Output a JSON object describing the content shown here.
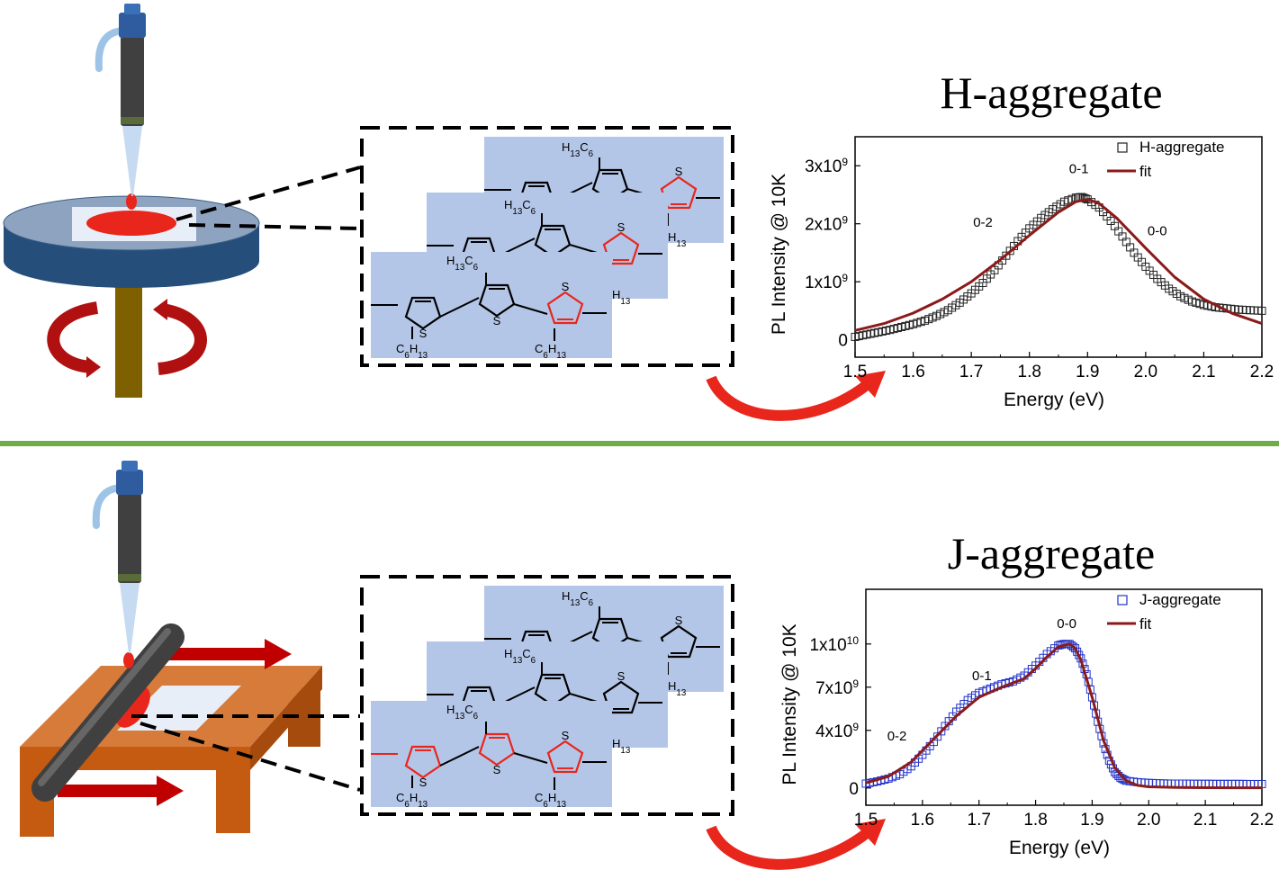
{
  "divider_color": "#70ad47",
  "colors": {
    "red": "#e8261c",
    "dark_red": "#b01010",
    "panel_blue": "#b4c6e7",
    "disk_top": "#8ea3c0",
    "disk_side": "#254f7a",
    "shaft": "#7f6000",
    "table": "#c55a11",
    "table_top": "#d77b3b",
    "pen_body": "#404040",
    "pen_cap": "#2e5c9e",
    "pen_tube": "#9dc3e6"
  },
  "panels": [
    {
      "id": "top",
      "process": "spin-coating",
      "title": "H-aggregate",
      "molecule": {
        "label_top": "H13C6",
        "label_mid": "H13C6",
        "label_mid2": "H13C6",
        "label_bottom_left": "C6H13",
        "label_bottom_right": "C6H13",
        "label_right_1": "H13",
        "label_right_2": "H13",
        "sulfur": "S"
      }
    },
    {
      "id": "bottom",
      "process": "blade-coating",
      "title": "J-aggregate",
      "molecule": {
        "label_top": "H13C6",
        "label_mid": "H13C6",
        "label_mid2": "H13C6",
        "label_bottom_left": "C6H13",
        "label_bottom_right": "C6H13",
        "label_right_1": "H13",
        "label_right_2": "H13",
        "sulfur": "S"
      }
    }
  ],
  "chart_data": [
    {
      "type": "scatter",
      "title": "H-aggregate",
      "xlabel": "Energy (eV)",
      "ylabel": "PL Intensity @ 10K",
      "xlim": [
        1.5,
        2.2
      ],
      "ylim": [
        -300000000,
        3500000000
      ],
      "xticks": [
        "1.5",
        "1.6",
        "1.7",
        "1.8",
        "1.9",
        "2.0",
        "2.1",
        "2.2"
      ],
      "yticks": [
        {
          "value": 0,
          "base": "0",
          "exp": ""
        },
        {
          "value": 1000000000,
          "base": "1x10",
          "exp": "9"
        },
        {
          "value": 2000000000,
          "base": "2x10",
          "exp": "9"
        },
        {
          "value": 3000000000,
          "base": "3x10",
          "exp": "9"
        }
      ],
      "legend": {
        "placement": "top-right",
        "data_label": "H-aggregate",
        "fit_label": "fit"
      },
      "annotations": [
        {
          "text": "0-2",
          "x": 1.72,
          "y": 1950000000
        },
        {
          "text": "0-1",
          "x": 1.885,
          "y": 2870000000
        },
        {
          "text": "0-0",
          "x": 2.02,
          "y": 1800000000
        }
      ],
      "marker_color": "#222222",
      "fit_color": "#8b1a1a",
      "data": {
        "x": [
          1.5,
          1.52,
          1.54,
          1.56,
          1.58,
          1.6,
          1.62,
          1.64,
          1.66,
          1.68,
          1.7,
          1.72,
          1.74,
          1.76,
          1.78,
          1.8,
          1.82,
          1.84,
          1.86,
          1.88,
          1.89,
          1.9,
          1.92,
          1.94,
          1.96,
          1.98,
          2.0,
          2.02,
          2.04,
          2.06,
          2.08,
          2.1,
          2.12,
          2.14,
          2.16,
          2.18,
          2.2
        ],
        "y": [
          50000000,
          90000000,
          130000000,
          170000000,
          220000000,
          270000000,
          330000000,
          410000000,
          510000000,
          640000000,
          800000000,
          980000000,
          1200000000,
          1450000000,
          1700000000,
          1920000000,
          2100000000,
          2250000000,
          2380000000,
          2450000000,
          2460000000,
          2420000000,
          2280000000,
          2050000000,
          1780000000,
          1500000000,
          1260000000,
          1050000000,
          880000000,
          750000000,
          660000000,
          600000000,
          560000000,
          540000000,
          520000000,
          510000000,
          500000000
        ]
      },
      "fit": {
        "x": [
          1.5,
          1.55,
          1.6,
          1.65,
          1.7,
          1.75,
          1.8,
          1.85,
          1.88,
          1.9,
          1.92,
          1.95,
          2.0,
          2.05,
          2.1,
          2.15,
          2.2
        ],
        "y": [
          160000000,
          280000000,
          460000000,
          700000000,
          1000000000,
          1380000000,
          1800000000,
          2200000000,
          2380000000,
          2420000000,
          2350000000,
          2100000000,
          1580000000,
          1080000000,
          700000000,
          450000000,
          280000000
        ]
      }
    },
    {
      "type": "scatter",
      "title": "J-aggregate",
      "xlabel": "Energy (eV)",
      "ylabel": "PL Intensity @ 10K",
      "xlim": [
        1.5,
        2.2
      ],
      "ylim": [
        -1200000000,
        13800000000
      ],
      "xticks": [
        "1.5",
        "1.6",
        "1.7",
        "1.8",
        "1.9",
        "2.0",
        "2.1",
        "2.2"
      ],
      "yticks": [
        {
          "value": 0,
          "base": "0",
          "exp": ""
        },
        {
          "value": 4000000000,
          "base": "4x10",
          "exp": "9"
        },
        {
          "value": 7000000000,
          "base": "7x10",
          "exp": "9"
        },
        {
          "value": 10000000000,
          "base": "1x10",
          "exp": "10"
        }
      ],
      "legend": {
        "placement": "top-right",
        "data_label": "J-aggregate",
        "fit_label": "fit"
      },
      "annotations": [
        {
          "text": "0-2",
          "x": 1.555,
          "y": 3300000000
        },
        {
          "text": "0-1",
          "x": 1.705,
          "y": 7500000000
        },
        {
          "text": "0-0",
          "x": 1.855,
          "y": 11100000000
        }
      ],
      "marker_color": "#2233cc",
      "fit_color": "#8b1a1a",
      "data": {
        "x": [
          1.5,
          1.52,
          1.54,
          1.56,
          1.58,
          1.6,
          1.62,
          1.64,
          1.66,
          1.68,
          1.7,
          1.72,
          1.74,
          1.76,
          1.78,
          1.8,
          1.82,
          1.84,
          1.85,
          1.86,
          1.87,
          1.88,
          1.89,
          1.9,
          1.91,
          1.92,
          1.93,
          1.94,
          1.95,
          1.96,
          1.98,
          2.0,
          2.02,
          2.04,
          2.06,
          2.08,
          2.1,
          2.12,
          2.14,
          2.16,
          2.18,
          2.2
        ],
        "y": [
          300000000,
          450000000,
          650000000,
          950000000,
          1500000000,
          2300000000,
          3200000000,
          4300000000,
          5300000000,
          6100000000,
          6600000000,
          6900000000,
          7200000000,
          7400000000,
          7800000000,
          8500000000,
          9300000000,
          9900000000,
          10000000000,
          10000000000,
          9700000000,
          9000000000,
          7900000000,
          6300000000,
          4600000000,
          3100000000,
          1900000000,
          1100000000,
          700000000,
          500000000,
          400000000,
          350000000,
          320000000,
          300000000,
          300000000,
          290000000,
          290000000,
          280000000,
          280000000,
          280000000,
          270000000,
          270000000
        ]
      },
      "fit": {
        "x": [
          1.5,
          1.54,
          1.58,
          1.62,
          1.66,
          1.7,
          1.74,
          1.78,
          1.8,
          1.82,
          1.84,
          1.86,
          1.87,
          1.88,
          1.9,
          1.92,
          1.94,
          1.96,
          1.98,
          2.0,
          2.05,
          2.1,
          2.15,
          2.2
        ],
        "y": [
          350000000,
          800000000,
          1800000000,
          3400000000,
          5000000000,
          6300000000,
          7000000000,
          7600000000,
          8300000000,
          9100000000,
          9800000000,
          10000000000,
          9700000000,
          8900000000,
          6300000000,
          3300000000,
          1400000000,
          500000000,
          180000000,
          80000000,
          30000000,
          20000000,
          10000000,
          10000000
        ]
      }
    }
  ]
}
